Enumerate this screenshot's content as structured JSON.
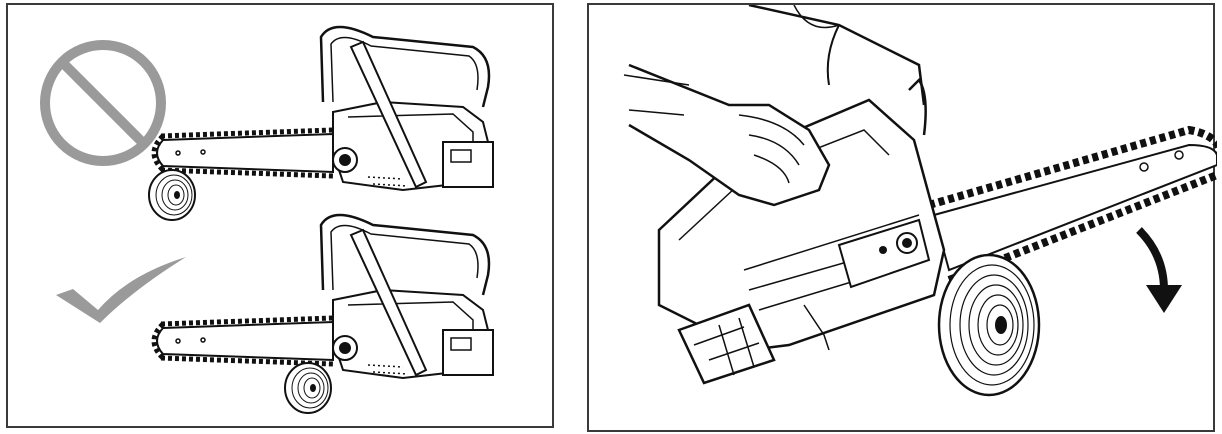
{
  "figure": {
    "panels": [
      {
        "id": "left",
        "content": [
          "prohibited-example",
          "correct-example"
        ]
      },
      {
        "id": "right",
        "content": [
          "hands-holding-chainsaw",
          "cutting-log",
          "downward-arrow"
        ]
      }
    ],
    "icons": {
      "prohibited": "prohibition-circle-icon",
      "correct": "check-mark-icon",
      "direction": "curved-down-arrow-icon"
    },
    "colors": {
      "prohibition_symbol": "#9a9a9a",
      "check_mark": "#9a9a9a",
      "line_art": "#1a1a1a",
      "border": "#3a3a3a"
    }
  }
}
